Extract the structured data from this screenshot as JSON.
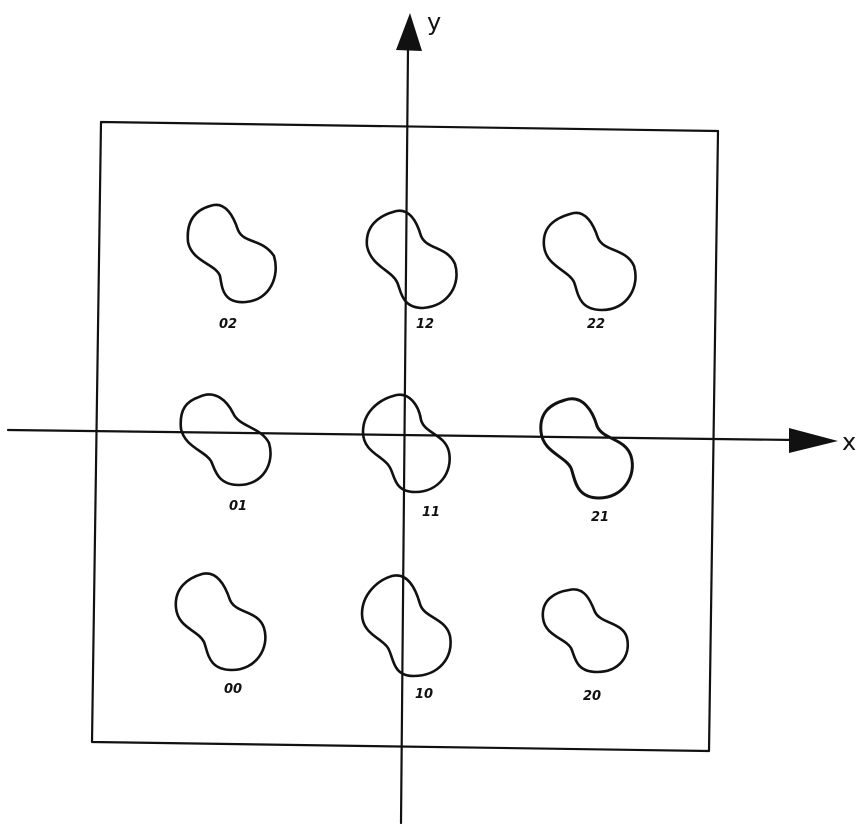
{
  "axes": {
    "x_label": "x",
    "y_label": "y"
  },
  "cells": [
    {
      "label": "02"
    },
    {
      "label": "12"
    },
    {
      "label": "22"
    },
    {
      "label": "01"
    },
    {
      "label": "11"
    },
    {
      "label": "21"
    },
    {
      "label": "00"
    },
    {
      "label": "10"
    },
    {
      "label": "20"
    }
  ]
}
